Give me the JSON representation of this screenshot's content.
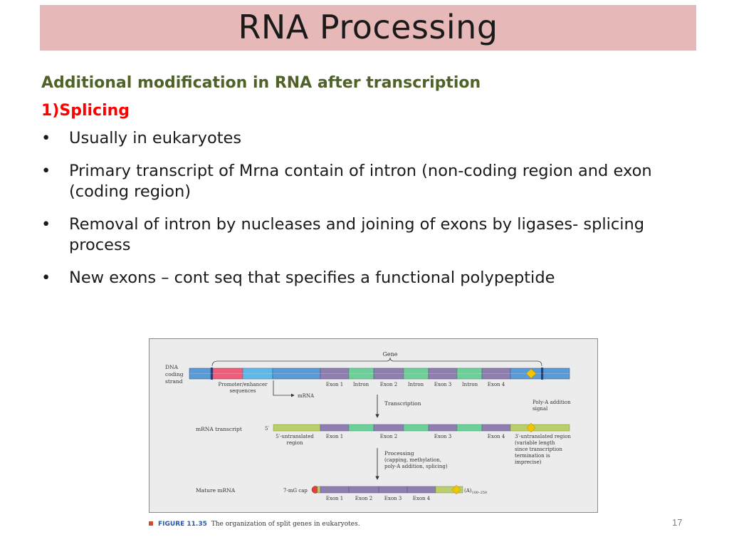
{
  "slide": {
    "title": "RNA Processing",
    "subheading": "Additional modification in RNA after transcription",
    "section": "1)Splicing",
    "bullet_char": "•",
    "bullets": [
      "Usually in eukaryotes",
      "Primary transcript of Mrna contain of intron (non-coding region and exon (coding region)",
      "Removal of intron by nucleases and joining of exons by ligases- splicing process",
      "New exons – cont seq that specifies a functional polypeptide"
    ],
    "page_number": "17"
  },
  "figure": {
    "caption_label": "FIGURE 11.35",
    "caption_text": "The organization of split genes in eukaryotes.",
    "gene_label": "Gene",
    "dna_label_1": "DNA",
    "dna_label_2": "coding",
    "dna_label_3": "strand",
    "promoter_label_1": "Promoter/enhancer",
    "promoter_label_2": "sequences",
    "mrna_arrow_label": "mRNA",
    "dna_segments": [
      "Exon 1",
      "Intron",
      "Exon 2",
      "Intron",
      "Exon 3",
      "Intron",
      "Exon 4"
    ],
    "transcription_label": "Transcription",
    "polya_signal_1": "Poly-A addition",
    "polya_signal_2": "signal",
    "mrna_transcript_label": "mRNA transcript",
    "five_prime": "5′",
    "utr5_label_1": "5′-untranslated",
    "utr5_label_2": "region",
    "mrna_exons": [
      "Exon 1",
      "Exon 2",
      "Exon 3",
      "Exon 4"
    ],
    "utr3_label_1": "3′-untranslated region",
    "utr3_label_2": "(variable length",
    "utr3_label_3": "since transcription",
    "utr3_label_4": "termination is",
    "utr3_label_5": "imprecise)",
    "processing_1": "Processing",
    "processing_2": "(capping, methylation,",
    "processing_3": "poly-A addition, splicing)",
    "mature_label": "Mature mRNA",
    "cap_label": "7-mG cap",
    "polya_tail": "(A)",
    "polya_sub": "100–250",
    "mature_exons": [
      "Exon 1",
      "Exon 2",
      "Exon 3",
      "Exon 4"
    ],
    "colors": {
      "exon": "#8f7fb0",
      "intron": "#6fcf9a",
      "promoter": "#ee5d7a",
      "enhancer": "#5fb8e8",
      "dna_blue": "#5b9bd5",
      "utr": "#b8cf6a",
      "polya_signal": "#f5c400",
      "cap": "#e2403a"
    }
  }
}
